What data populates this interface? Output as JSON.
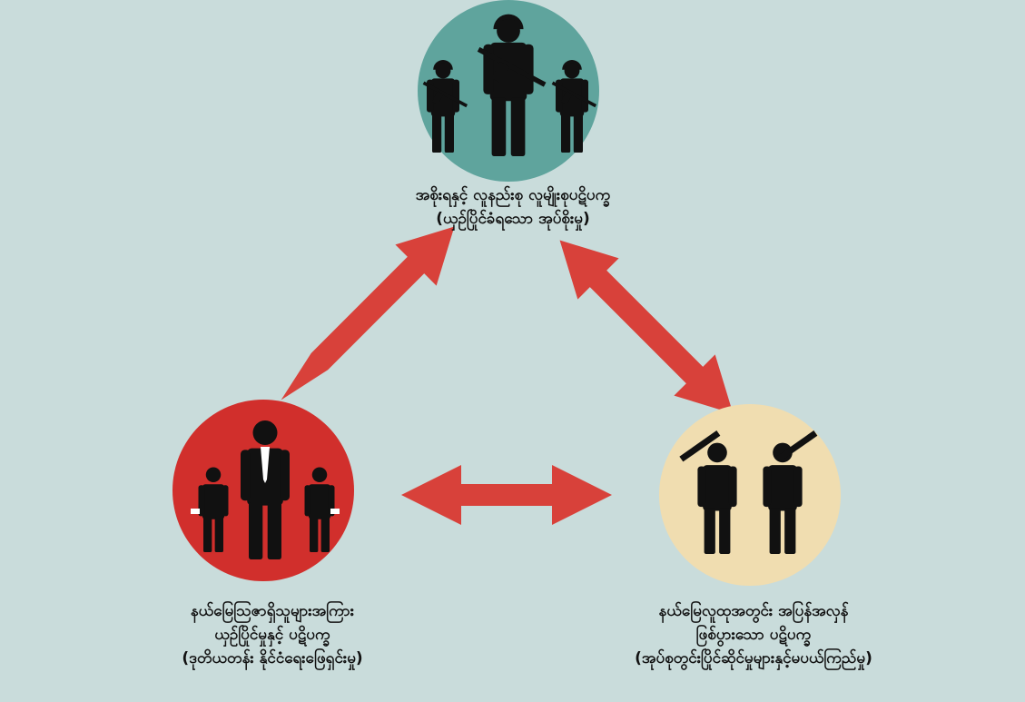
{
  "colors": {
    "background": "#c9dcdb",
    "top_circle": "#5fa49d",
    "left_circle": "#d12f2c",
    "right_circle": "#f0ddb0",
    "arrow": "#d8413a",
    "figure": "#111111"
  },
  "nodes": {
    "top": {
      "icon": "armed-soldiers-icon",
      "lines": [
        "အစိုးရနှင့် လူနည်းစု လူမျိုးစုပဋိပက္ခ",
        "(ယှဉ်ပြိုင်ခံရသော အုပ်စိုးမှု)"
      ]
    },
    "left": {
      "icon": "businessman-with-armed-guards-icon",
      "lines": [
        "နယ်မြေသြဇာရှိသူများအကြား",
        "ယှဉ်ပြိုင်မှုနှင့် ပဋိပက္ခ",
        "(ဒုတိယတန်း နိုင်ငံရေးဖြေရှင်းမှု)"
      ]
    },
    "right": {
      "icon": "armed-civilians-icon",
      "lines": [
        "နယ်မြေလူထုအတွင်း အပြန်အလှန်",
        "ဖြစ်ပွားသော ပဋိပက္ခ",
        "(အုပ်စုတွင်းပြိုင်ဆိုင်မှုများနှင့်မပယ်ကြည်မှု)"
      ]
    }
  }
}
